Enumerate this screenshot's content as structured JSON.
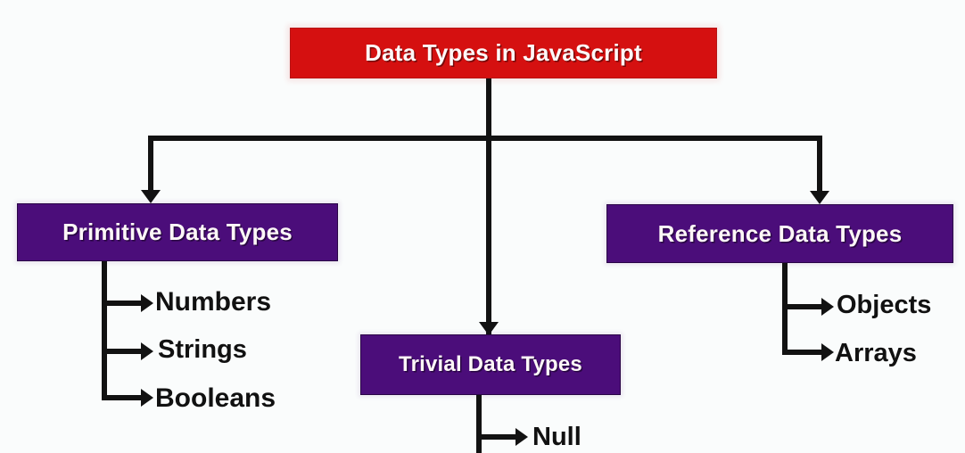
{
  "diagram": {
    "title": "Data Types in JavaScript",
    "type": "hierarchy-tree",
    "background_color": "#fafcfc",
    "root": {
      "label": "Data Types in JavaScript",
      "color": "#d51010",
      "text_color": "#fdf7f7"
    },
    "branches": [
      {
        "id": "primitive",
        "label": "Primitive Data Types",
        "color": "#4b0d7a",
        "text_color": "#fdf7f7",
        "children": [
          "Numbers",
          "Strings",
          "Booleans"
        ]
      },
      {
        "id": "trivial",
        "label": "Trivial Data Types",
        "color": "#4b0d7a",
        "text_color": "#fdf7f7",
        "children": [
          "Null"
        ]
      },
      {
        "id": "reference",
        "label": "Reference Data Types",
        "color": "#4b0d7a",
        "text_color": "#fdf7f7",
        "children": [
          "Objects",
          "Arrays"
        ]
      }
    ],
    "leaves": {
      "numbers": "Numbers",
      "strings": "Strings",
      "booleans": "Booleans",
      "objects": "Objects",
      "arrays": "Arrays",
      "null": "Null"
    },
    "connector_color": "#121212"
  }
}
